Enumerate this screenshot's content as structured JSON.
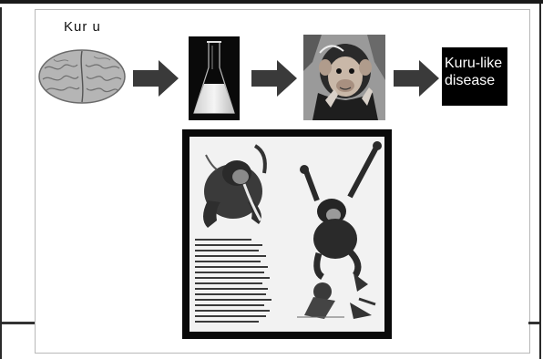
{
  "diagram": {
    "kuru_label": "Kur u",
    "disease_label_line1": "Kuru-like",
    "disease_label_line2": "disease"
  },
  "icons": {
    "brain": "brain-icon",
    "flask": "flask-icon",
    "chimp": "chimpanzee-photo",
    "arrow": "arrow-right-icon"
  },
  "colors": {
    "arrow": "#3a3a3a",
    "disease_box": "#000000",
    "disease_text": "#ffffff"
  }
}
